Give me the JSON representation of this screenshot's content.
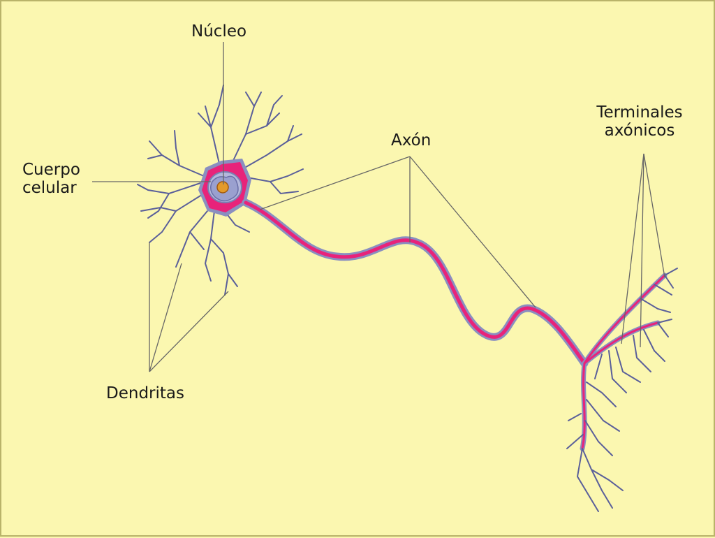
{
  "diagram": {
    "labels": {
      "nucleus": "Núcleo",
      "cell_body_line1": "Cuerpo",
      "cell_body_line2": "celular",
      "axon": "Axón",
      "terminals_line1": "Terminales",
      "terminals_line2": "axónicos",
      "dendrites": "Dendritas"
    },
    "colors": {
      "background": "#fbf7b0",
      "axon_core": "#e8237a",
      "membrane": "#8a8fc0",
      "dendrite": "#5a5f9a",
      "nucleus": "#e39a2a",
      "leader": "#666666"
    }
  }
}
